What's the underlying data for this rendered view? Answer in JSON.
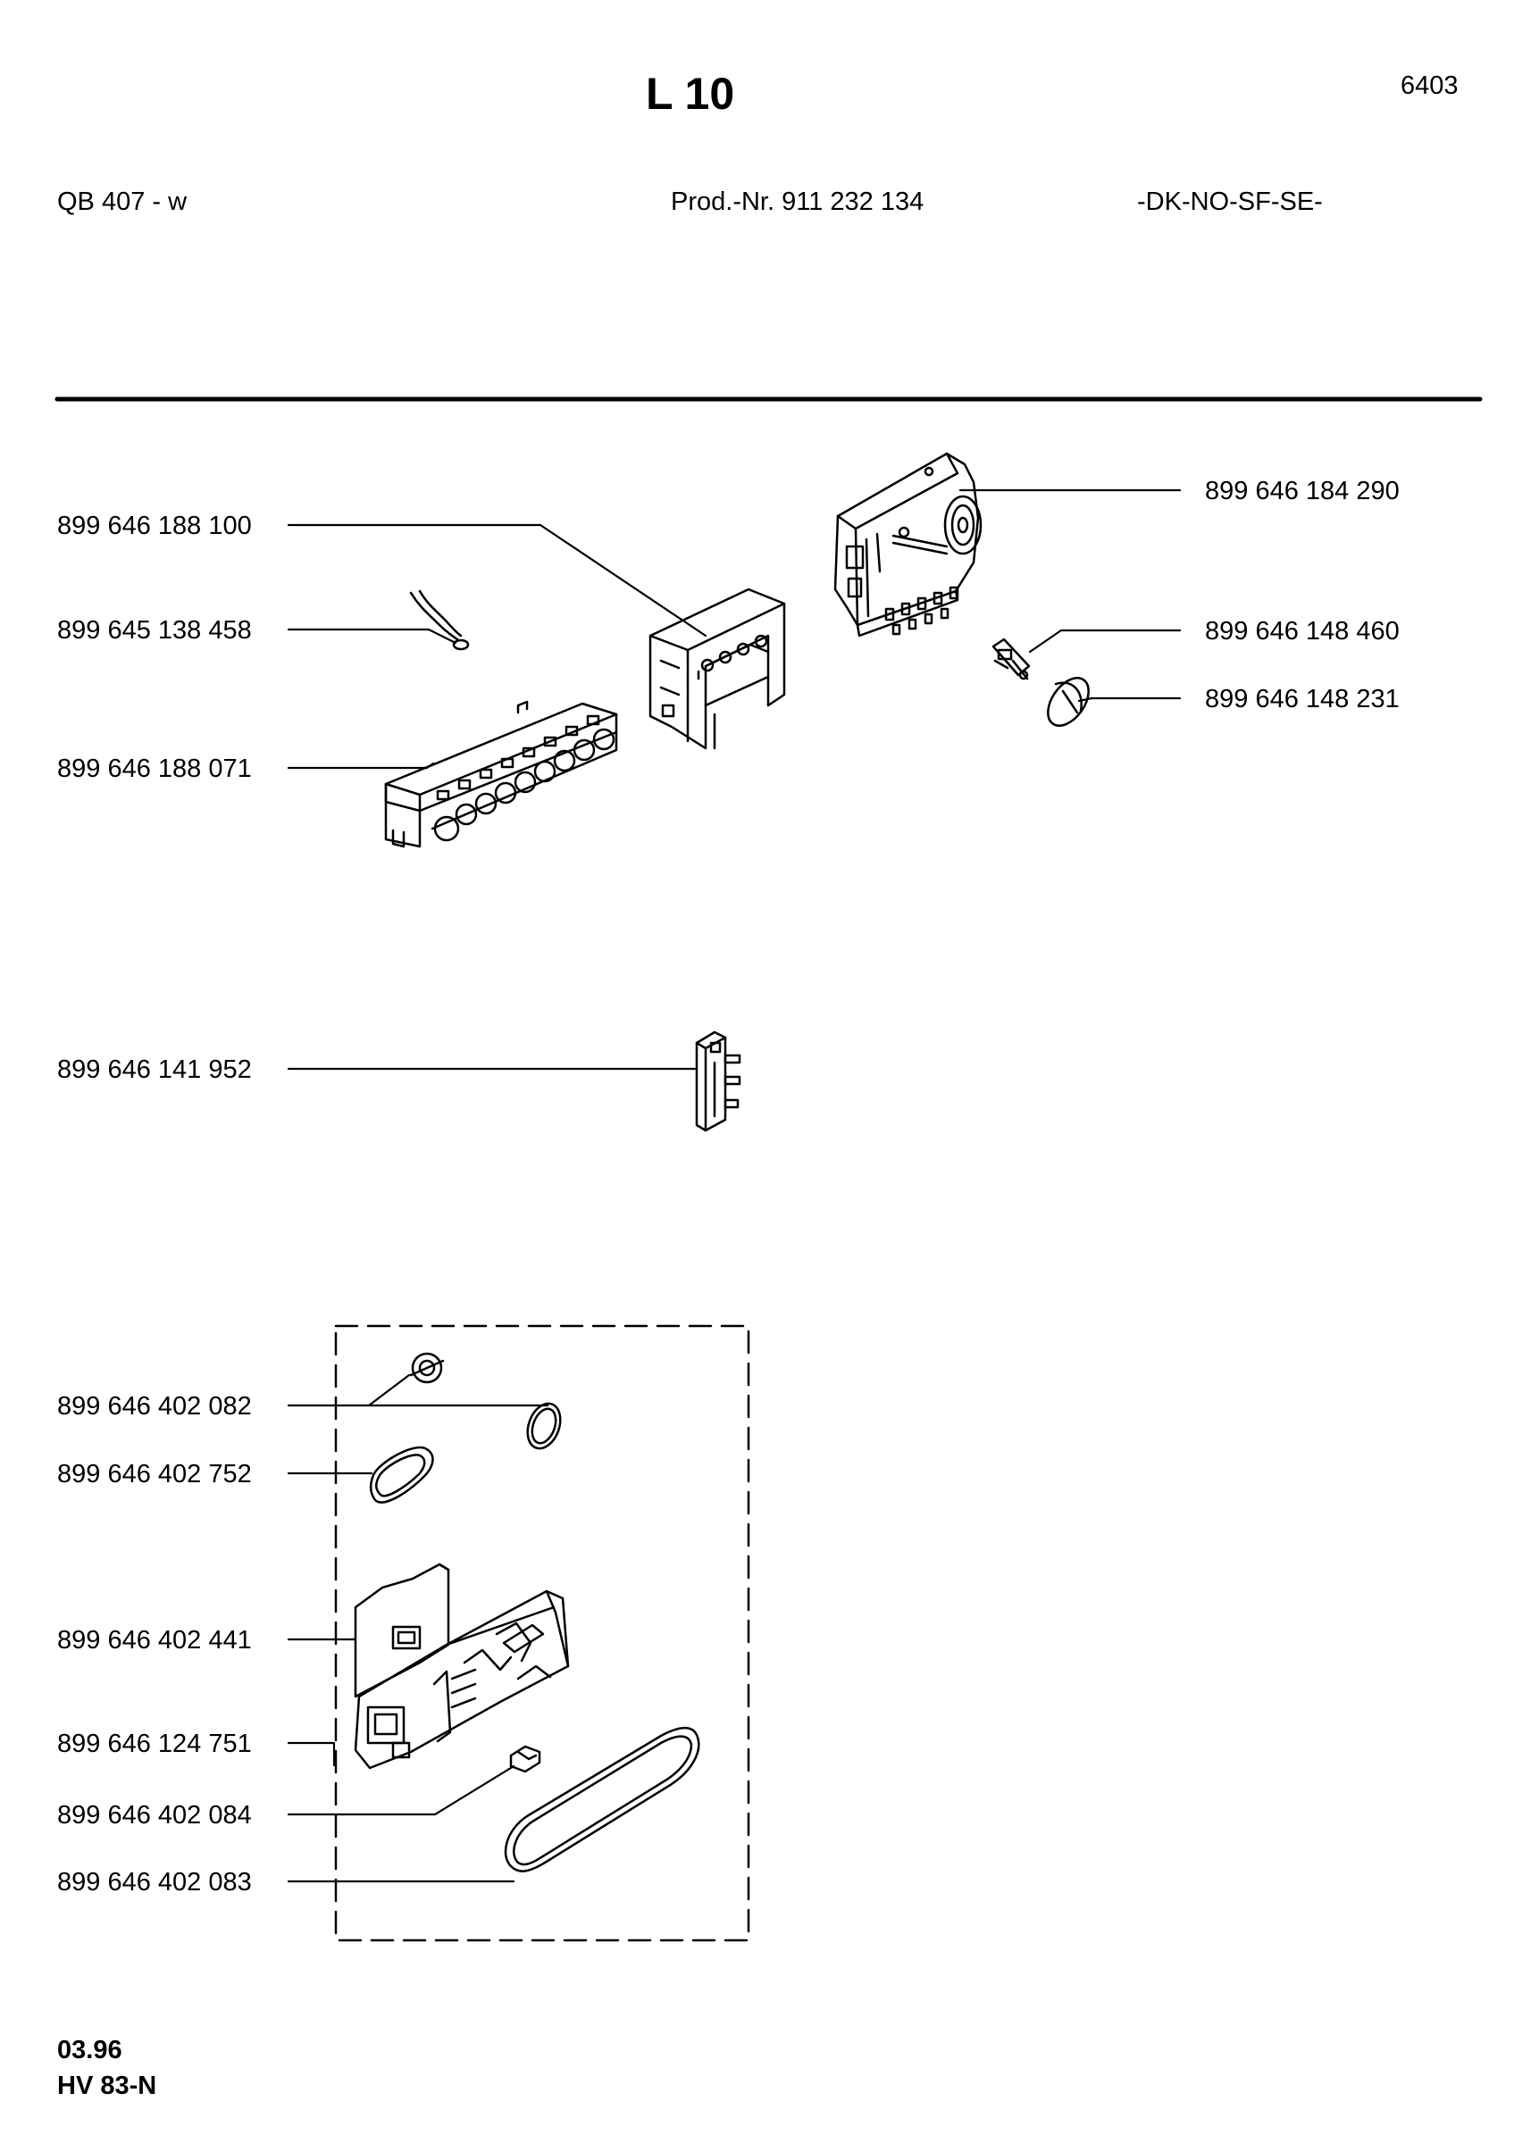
{
  "header": {
    "title": "L 10",
    "sheet_number": "6403",
    "model": "QB 407 - w",
    "product_number": "Prod.-Nr. 911 232 134",
    "countries": "-DK-NO-SF-SE-"
  },
  "parts": {
    "timer_module": "899 646 184 290",
    "control_housing": "899 646 188 100",
    "lamp_cable": "899 645 138 458",
    "switch_bank": "899 646 188 071",
    "knob_spindle": "899 646 148 460",
    "knob": "899 646 148 231",
    "door_switch": "899 646 141 952",
    "dispenser_cap_seal": "899 646 402 082",
    "dispenser_gasket": "899 646 402 752",
    "dispenser_cover": "899 646 402 441",
    "dispenser_assembly": "899 646 124 751",
    "dispenser_latch": "899 646 402 084",
    "dispenser_seal": "899 646 402 083"
  },
  "footer": {
    "date": "03.96",
    "code": "HV 83-N"
  }
}
